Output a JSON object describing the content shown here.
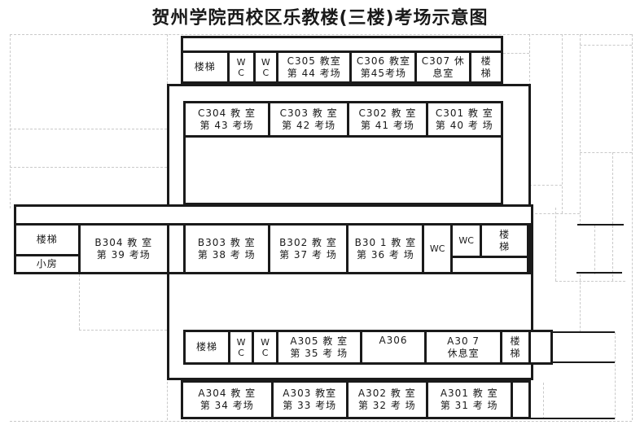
{
  "title": "贺州学院西校区乐教楼(三楼)考场示意图",
  "colors": {
    "line": "#1a1a1a",
    "faint_line": "#c9c9c9",
    "background": "#ffffff"
  },
  "floor": {
    "top_row": [
      {
        "line1": "楼梯",
        "line2": ""
      },
      {
        "line1": "W",
        "line2": "C"
      },
      {
        "line1": "W",
        "line2": "C"
      },
      {
        "line1": "C305 教室",
        "line2": "第 44 考场"
      },
      {
        "line1": "C306 教室",
        "line2": "第45考场"
      },
      {
        "line1": "C307 休",
        "line2": "息室"
      },
      {
        "line1": "楼",
        "line2": "梯"
      }
    ],
    "c_row": [
      {
        "line1": "C304 教 室",
        "line2": "第 43 考场"
      },
      {
        "line1": "C303 教 室",
        "line2": "第 42 考场"
      },
      {
        "line1": "C302 教 室",
        "line2": "第 41 考场"
      },
      {
        "line1": "C301 教 室",
        "line2": "第 40 考 场"
      }
    ],
    "b_left": {
      "stairs": "楼梯",
      "small_room": "小房",
      "room": {
        "line1": "B304 教 室",
        "line2": "第 39 考场"
      }
    },
    "b_row": [
      {
        "line1": "B303 教 室",
        "line2": "第 38 考 场"
      },
      {
        "line1": "B302 教 室",
        "line2": "第 37 考 场"
      },
      {
        "line1": "B30 1 教 室",
        "line2": "第 36 考 场"
      },
      {
        "line1": "WC",
        "line2": ""
      }
    ],
    "b_row_right": {
      "wc": "WC",
      "stairs_line1": "楼",
      "stairs_line2": "梯"
    },
    "a_row": [
      {
        "line1": "楼梯",
        "line2": ""
      },
      {
        "line1": "W",
        "line2": "C"
      },
      {
        "line1": "W",
        "line2": "C"
      },
      {
        "line1": "A305 教 室",
        "line2": "第 35 考 场"
      },
      {
        "line1": "A306",
        "line2": ""
      },
      {
        "line1": "A30 7",
        "line2": "休息室"
      },
      {
        "line1": "楼",
        "line2": "梯"
      }
    ],
    "bottom_row": [
      {
        "line1": "A304 教 室",
        "line2": "第 34 考场"
      },
      {
        "line1": "A303 教室",
        "line2": "第 33 考场"
      },
      {
        "line1": "A302 教 室",
        "line2": "第 32 考 场"
      },
      {
        "line1": "A301 教 室",
        "line2": "第 31 考 场"
      }
    ]
  }
}
